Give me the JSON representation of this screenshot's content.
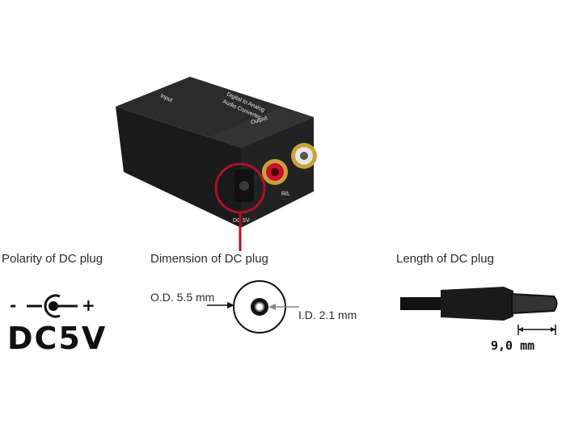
{
  "device": {
    "title_line1": "Digital to Analog",
    "title_line2": "Audio Converter",
    "input_label": "Input",
    "output_label": "Output",
    "rl_label": "R/L",
    "dc_label": "DC 5V"
  },
  "sections": {
    "polarity": {
      "caption": "Polarity of DC plug",
      "minus": "-",
      "plus": "+",
      "voltage": "DC5V"
    },
    "dimension": {
      "caption": "Dimension of DC plug",
      "od_label": "O.D.  5.5 mm",
      "id_label": "I.D.  2.1 mm"
    },
    "length": {
      "caption": "Length of DC plug",
      "value": "9,0 mm"
    }
  },
  "colors": {
    "highlight": "#b0102a",
    "device_body": "#1e1e1e",
    "jack_red": "#c8102e",
    "gold": "#c9a13a"
  }
}
